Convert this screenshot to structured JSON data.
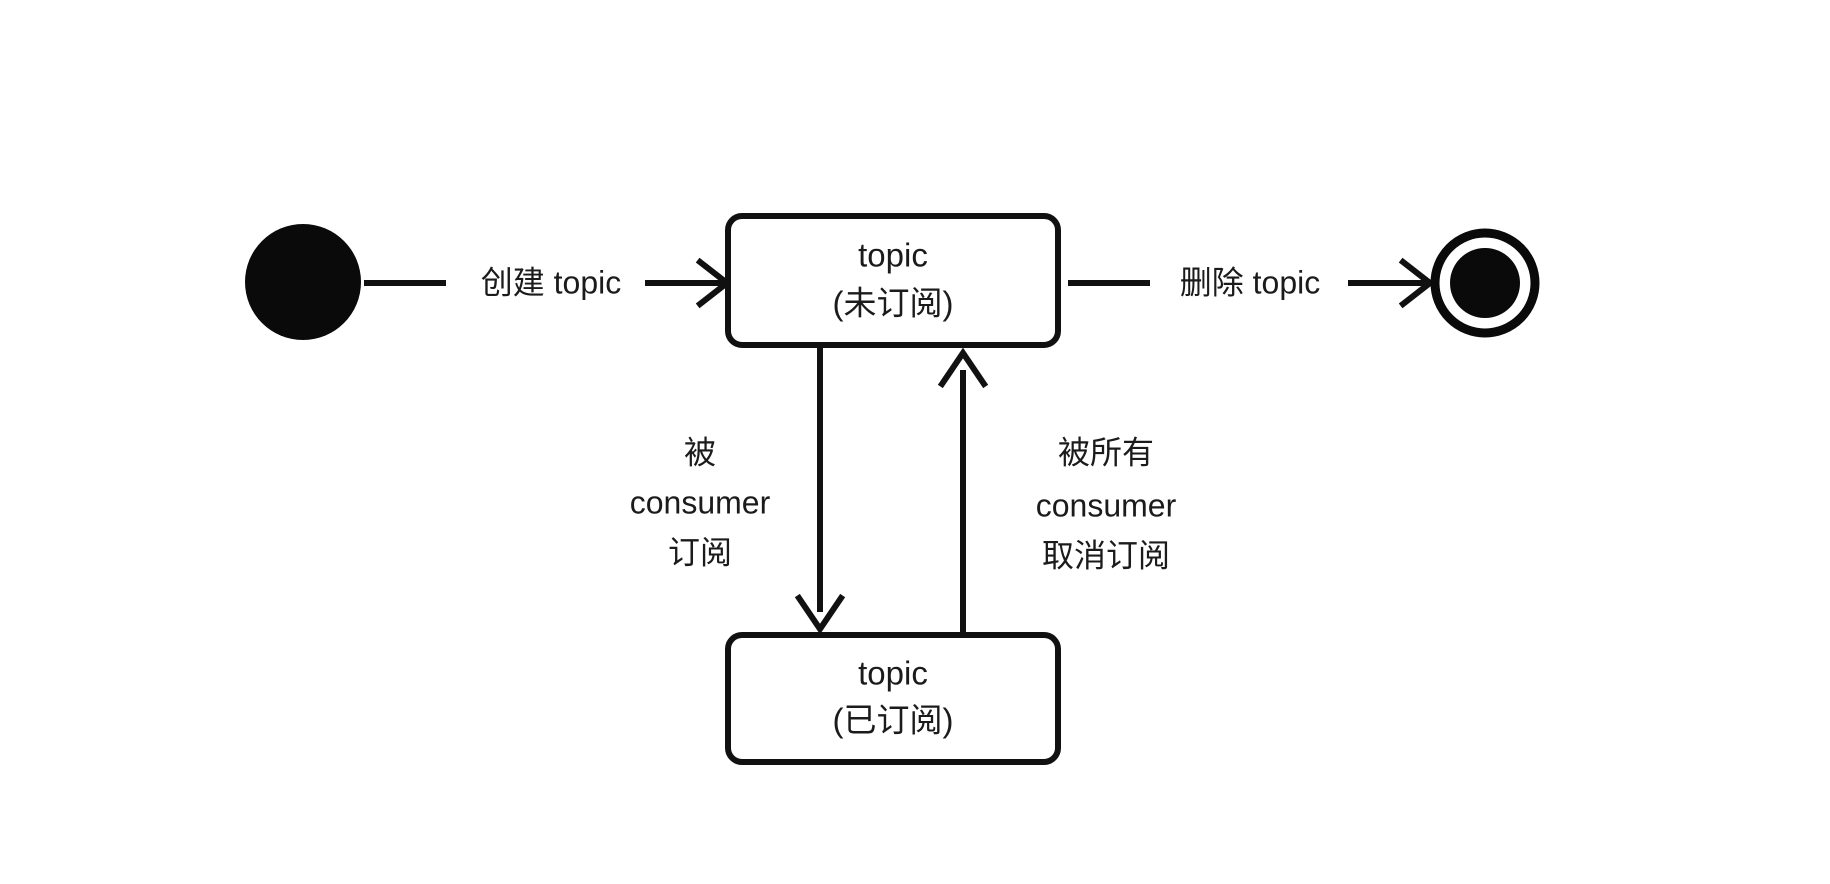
{
  "diagram": {
    "kind": "uml-state-machine",
    "background_color": "#ffffff",
    "stroke_color": "#111111",
    "text_color": "#1b1b1b",
    "nodes": {
      "initial": {
        "type": "initial-state",
        "label": ""
      },
      "final": {
        "type": "final-state",
        "label": ""
      },
      "unsubscribed": {
        "type": "state",
        "line1": "topic",
        "line2": "(未订阅)"
      },
      "subscribed": {
        "type": "state",
        "line1": "topic",
        "line2": "(已订阅)"
      }
    },
    "transitions": {
      "create": {
        "label": "创建 topic",
        "from": "initial",
        "to": "unsubscribed"
      },
      "delete": {
        "label": "删除 topic",
        "from": "unsubscribed",
        "to": "final"
      },
      "subscribe": {
        "line1": "被",
        "line2": "consumer",
        "line3": "订阅",
        "from": "unsubscribed",
        "to": "subscribed"
      },
      "unsubscribe": {
        "line1": "被所有",
        "line2": "consumer",
        "line3": "取消订阅",
        "from": "subscribed",
        "to": "unsubscribed"
      }
    }
  }
}
